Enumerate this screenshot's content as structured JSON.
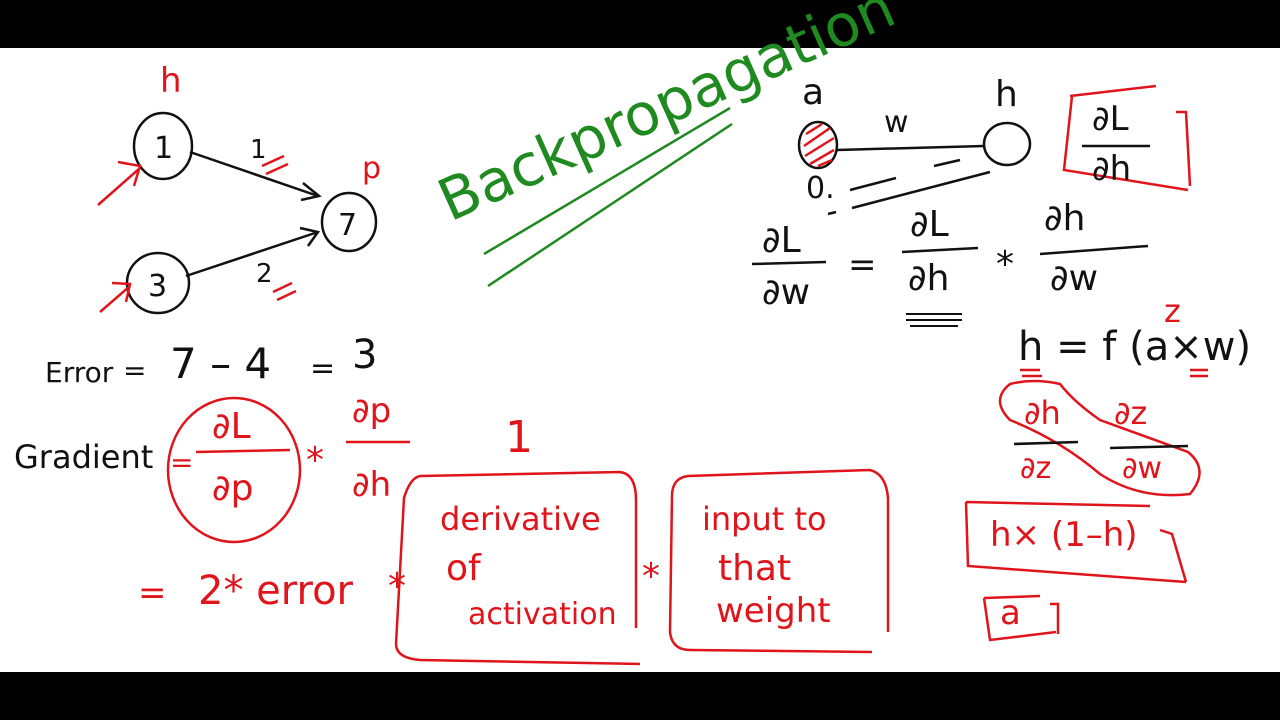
{
  "colors": {
    "ink": "#111111",
    "red": "#e0141b",
    "green": "#1f8a1f",
    "background": "#ffffff",
    "letterbox": "#000000"
  },
  "title": "Backpropagation",
  "network": {
    "top_label": "h",
    "out_label": "p",
    "node_top": "1",
    "node_bottom": "3",
    "node_out": "7",
    "weight_top": "1",
    "weight_bottom": "2"
  },
  "error_line": {
    "word": "Error",
    "eq1": "=",
    "expr": "7 – 4",
    "eq2": "=",
    "result": "3"
  },
  "gradient": {
    "word": "Gradient",
    "eq": "=",
    "dL": "∂L",
    "dp": "∂p",
    "times": "*",
    "dp2": "∂p",
    "dh": "∂h",
    "one": "1",
    "eq_two": "=",
    "two_error": "2* error",
    "star": "*"
  },
  "boxes": {
    "derivative_l1": "derivative",
    "derivative_l2": "of",
    "derivative_l3": "activation",
    "times": "*",
    "input_l1": "input to",
    "input_l2": "that",
    "input_l3": "weight"
  },
  "right_net": {
    "a_label": "a",
    "w_label": "w",
    "h_label": "h",
    "zero": "0."
  },
  "boxed_frac": {
    "num": "∂L",
    "den": "∂h"
  },
  "chain": {
    "lhs_num": "∂L",
    "lhs_den": "∂w",
    "eq": "=",
    "mid_num": "∂L",
    "mid_den": "∂h",
    "star": "*",
    "rhs_num": "∂h",
    "rhs_den": "∂w"
  },
  "hfunc": {
    "z": "z",
    "text": "h = f (a×w)"
  },
  "dchain": {
    "dh": "∂h",
    "dz": "∂z",
    "dz2": "∂z",
    "dw": "∂w"
  },
  "results": {
    "deriv": "h× (1–h)",
    "a": "a"
  }
}
